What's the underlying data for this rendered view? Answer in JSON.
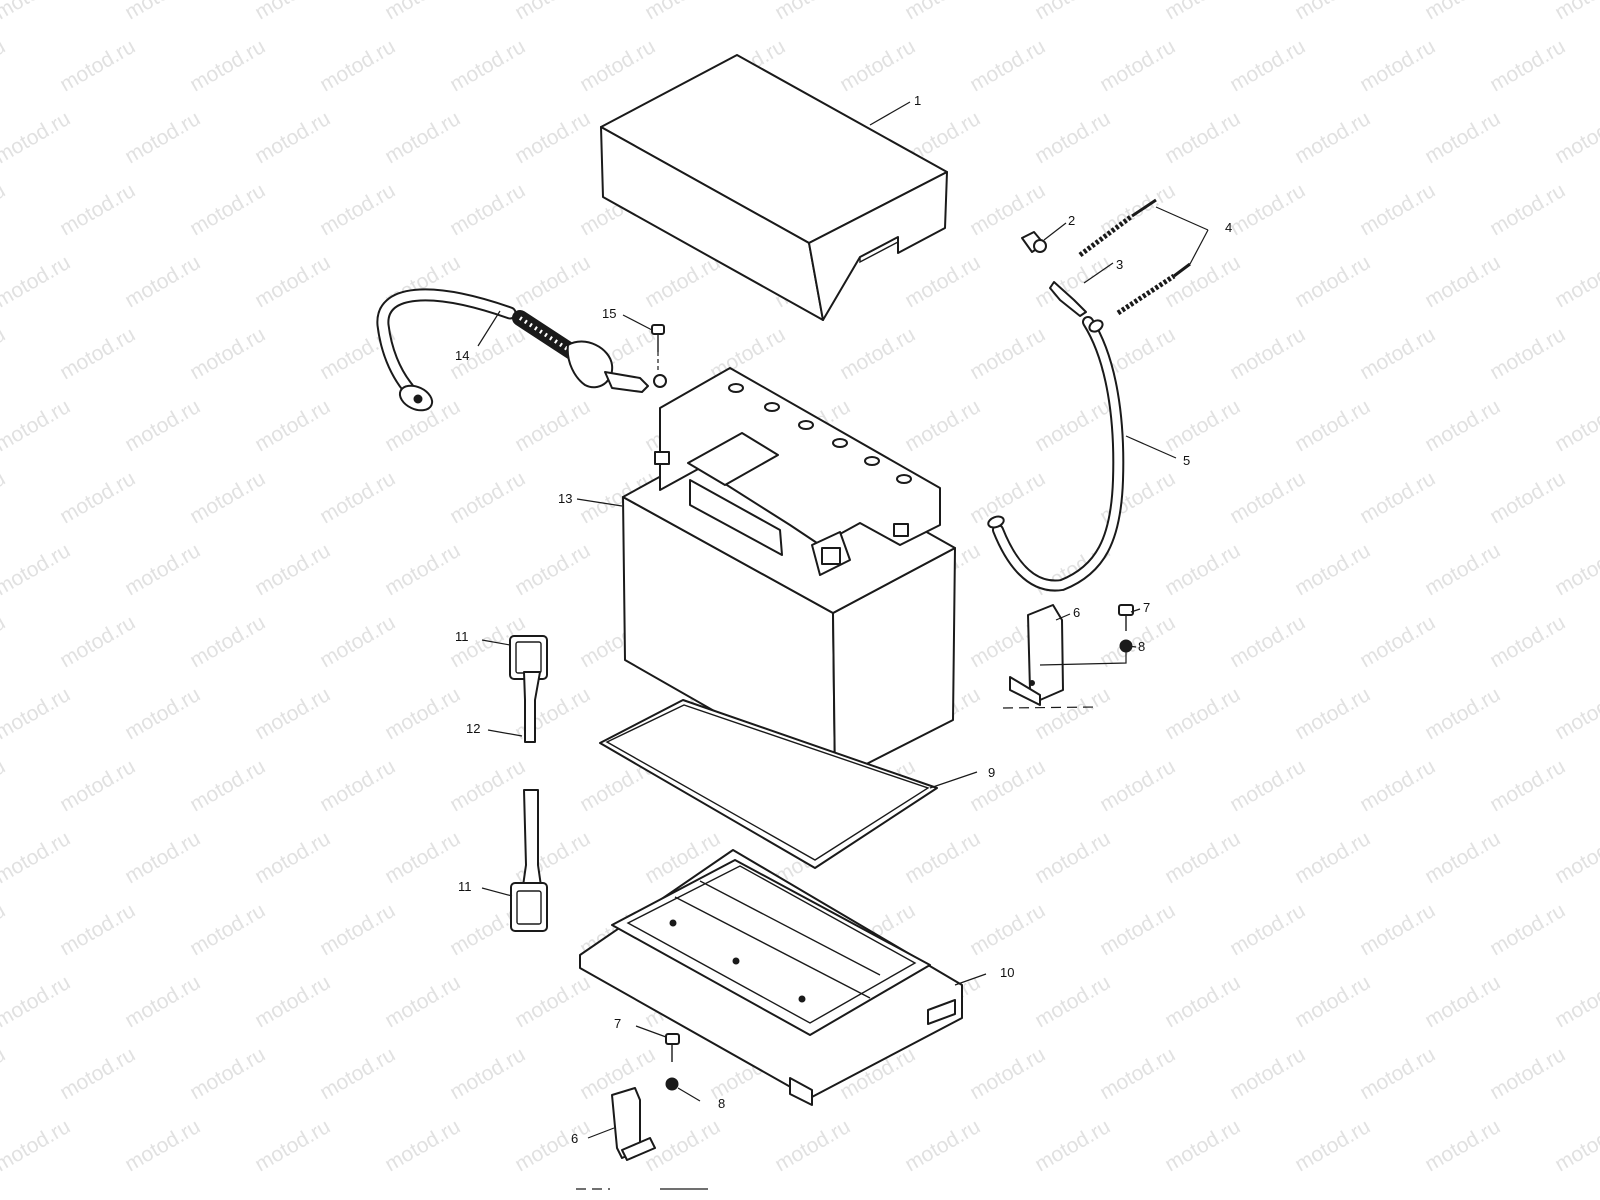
{
  "watermark": "motod.ru",
  "callouts": {
    "c1": "1",
    "c2": "2",
    "c3": "3",
    "c4": "4",
    "c5": "5",
    "c6a": "6",
    "c6b": "6",
    "c7a": "7",
    "c7b": "7",
    "c8a": "8",
    "c8b": "8",
    "c9": "9",
    "c10": "10",
    "c11a": "11",
    "c11b": "11",
    "c12": "12",
    "c13": "13",
    "c14": "14",
    "c15": "15"
  },
  "colors": {
    "line": "#1a1a1a",
    "watermark": "#c9c9c9",
    "background": "#ffffff"
  }
}
